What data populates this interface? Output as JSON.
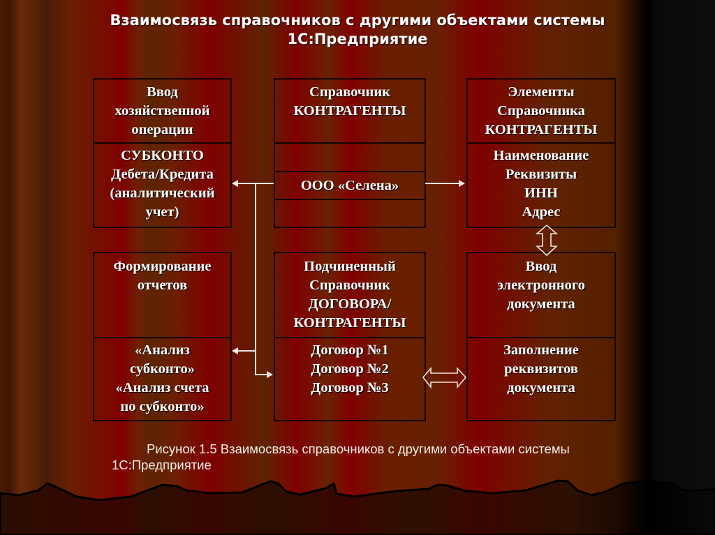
{
  "title": {
    "line1": "Взаимосвязь справочников с другими объектами системы",
    "line2": "1С:Предприятие"
  },
  "diagram": {
    "top_left": {
      "header": [
        "Ввод",
        "хозяйственной",
        "операции"
      ],
      "body": [
        "СУБКОНТО",
        "Дебета/Кредита",
        "(аналитический",
        "учет)"
      ]
    },
    "top_center": {
      "header": [
        "Справочник",
        "КОНТРАГЕНТЫ"
      ],
      "rows": [
        "",
        "ООО «Селена»",
        ""
      ]
    },
    "top_right": {
      "header": [
        "Элементы",
        "Справочника",
        "КОНТРАГЕНТЫ"
      ],
      "body": [
        "Наименование",
        "Реквизиты",
        "ИНН",
        "Адрес"
      ]
    },
    "bottom_left": {
      "header": [
        "Формирование",
        "отчетов"
      ],
      "body": [
        "«Анализ",
        "субконто»",
        "«Анализ счета",
        "по субконто»"
      ]
    },
    "bottom_center": {
      "header": [
        "Подчиненный",
        "Справочник",
        "ДОГОВОРА/",
        "КОНТРАГЕНТЫ"
      ],
      "body": [
        "Договор №1",
        "Договор №2",
        "Договор №3"
      ]
    },
    "bottom_right": {
      "header": [
        "Ввод",
        "электронного",
        "документа"
      ],
      "body": [
        "Заполнение",
        "реквизитов",
        "документа"
      ]
    },
    "connections": [
      {
        "from": "ООО «Селена»",
        "to": "СУБКОНТО Дебета/Кредита",
        "type": "arrow"
      },
      {
        "from": "ООО «Селена»",
        "to": "Элементы Справочника КОНТРАГЕНТЫ",
        "type": "arrow"
      },
      {
        "from": "ООО «Селена»",
        "to": "«Анализ субконто»",
        "type": "arrow"
      },
      {
        "from": "ООО «Селена»",
        "to": "Договор №1-3",
        "type": "arrow"
      },
      {
        "from": "Элементы Справочника",
        "to": "Ввод электронного документа",
        "type": "double-arrow"
      },
      {
        "from": "Договор №1-3",
        "to": "Заполнение реквизитов документа",
        "type": "double-arrow"
      }
    ]
  },
  "caption": {
    "line1": "Рисунок 1.5 Взаимосвязь справочников с другими объектами системы",
    "line2": "1С:Предприятие"
  },
  "colors": {
    "curtain_red": "#800000",
    "curtain_brown": "#5e2402",
    "box_border": "#120300",
    "text": "#ffffff",
    "connector": "#f3ebe3"
  }
}
